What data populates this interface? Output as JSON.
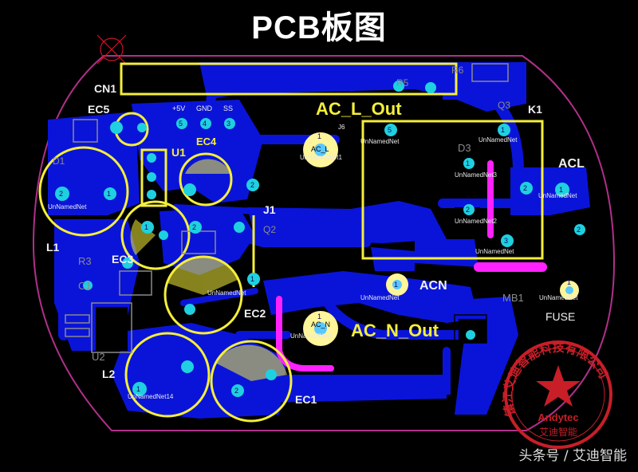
{
  "title": "PCB板图",
  "colors": {
    "background": "#000000",
    "copper_bottom": "#0a14d8",
    "silkscreen": "#f4ee3a",
    "pad": "#1fd0e0",
    "board_outline": "#b0308a",
    "magenta_track": "#ff22ff",
    "stamp": "#c81e28"
  },
  "labels": {
    "cn1": "CN1",
    "ec5": "EC5",
    "pin5v": "+5V",
    "gnd": "GND",
    "ss": "SS",
    "u1": "U1",
    "ec4": "EC4",
    "d1": "D1",
    "l1": "L1",
    "ec3": "EC3",
    "r3": "R3",
    "c1": "C1",
    "u2": "U2",
    "l2": "L2",
    "ec2": "EC2",
    "ec1": "EC1",
    "j1": "J1",
    "q2": "Q2",
    "r5": "R5",
    "r6": "R6",
    "q3": "Q3",
    "k1": "K1",
    "d3": "D3",
    "j6": "J6",
    "ac_l_out": "AC_L_Out",
    "ac_n_out": "AC_N_Out",
    "acl": "ACL",
    "acn": "ACN",
    "mb1": "MB1",
    "fuse": "FUSE",
    "pad_ac_l": "AC_L",
    "pad_ac_n": "AC_N"
  },
  "nets": {
    "unnamed": "UnNamedNet",
    "unnamed_ac_l": "UnNamedNet1",
    "unnamed_ac_n": "UnNamedNet1",
    "unnamed_acn": "UnNamedNet",
    "unnamed_k1a": "UnNamedNet3",
    "unnamed_k1b": "UnNamedNet2",
    "unnamed_acl": "UnNamedNet",
    "unnamed_ec1": "UnNamedNet14"
  },
  "pins": {
    "p1": "1",
    "p2": "2",
    "p3": "3",
    "p4": "4",
    "p5": "5"
  },
  "stamp": {
    "text": "镇江艾迪智能科技有限公司",
    "brand": "Andytec",
    "brand_cn": "艾迪智能"
  },
  "watermark": "头条号 / 艾迪智能"
}
